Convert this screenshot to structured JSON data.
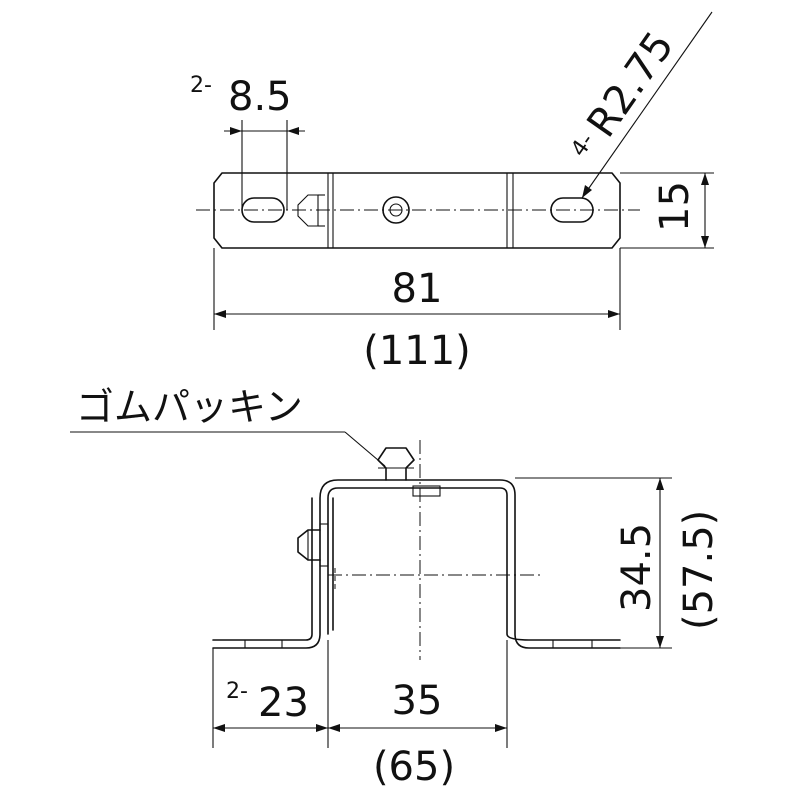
{
  "top_view": {
    "hole_prefix": "2-",
    "hole_value": "8.5",
    "radius_prefix": "4-",
    "radius_value": "R2.75",
    "height_value": "15",
    "width_value": "81",
    "overall_width": "(111)"
  },
  "side_view": {
    "gasket_label": "ゴムパッキン",
    "height_value": "34.5",
    "overall_height": "(57.5)",
    "flange_prefix": "2-",
    "flange_value": "23",
    "inner_width": "35",
    "outer_width": "(65)"
  }
}
